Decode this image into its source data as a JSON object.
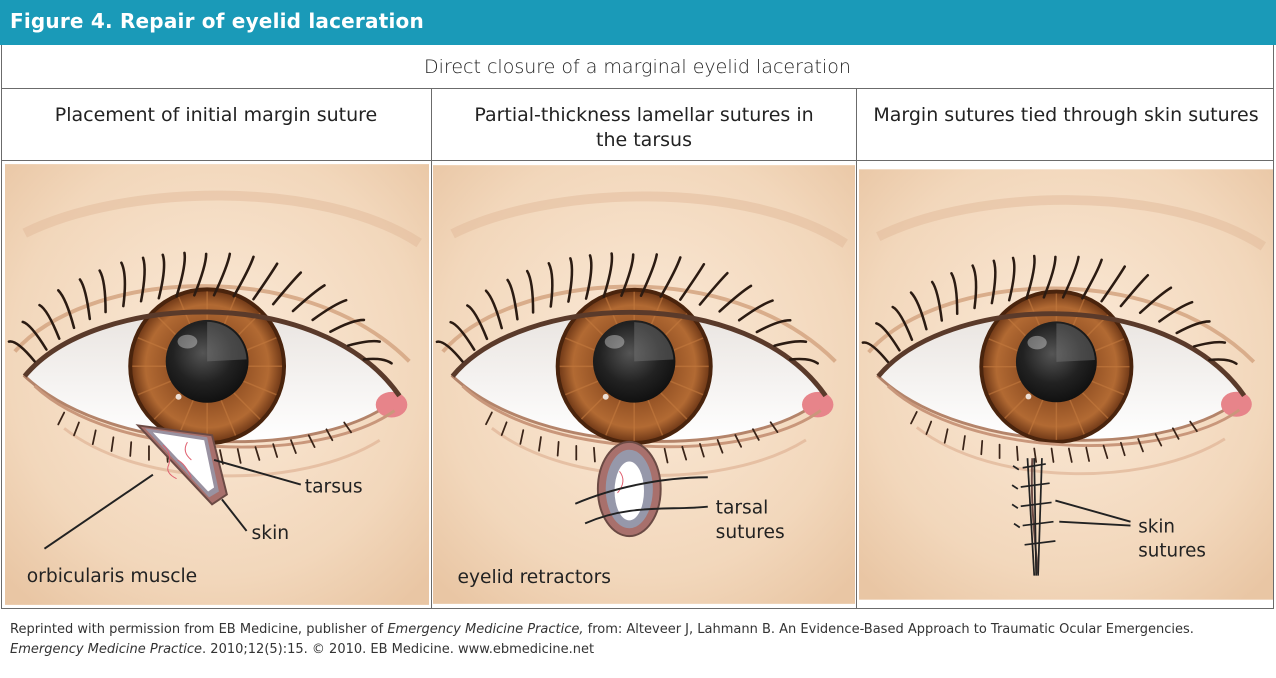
{
  "figure": {
    "title": "Figure 4. Repair of eyelid laceration",
    "subtitle": "Direct closure of a marginal eyelid laceration"
  },
  "columns": [
    {
      "heading": "Placement of initial margin suture"
    },
    {
      "heading": "Partial-thickness lamellar sutures in the tarsus"
    },
    {
      "heading": "Margin sutures tied through skin sutures"
    }
  ],
  "labels": {
    "panel1": {
      "tarsus": "tarsus",
      "skin": "skin",
      "muscle": "orbicularis muscle"
    },
    "panel2": {
      "tarsal": "tarsal",
      "sutures": "sutures",
      "retractors": "eyelid retractors"
    },
    "panel3": {
      "skin": "skin",
      "sutures": "sutures"
    }
  },
  "footnote": {
    "part1": "Reprinted with permission from EB Medicine, publisher of ",
    "journal1": "Emergency Medicine Practice,",
    "part2": " from: Alteveer J, Lahmann B. An Evidence-Based Approach to Traumatic Ocular Emergencies. ",
    "journal2": "Emergency Medicine Practice",
    "part3": ". 2010;12(5):15. © 2010. EB Medicine. www.ebmedicine.net"
  },
  "colors": {
    "header": "#1a9ab8",
    "skin": "#f3dcc2",
    "iris": "#9b5a2c",
    "pupil": "#1c1c1c"
  }
}
